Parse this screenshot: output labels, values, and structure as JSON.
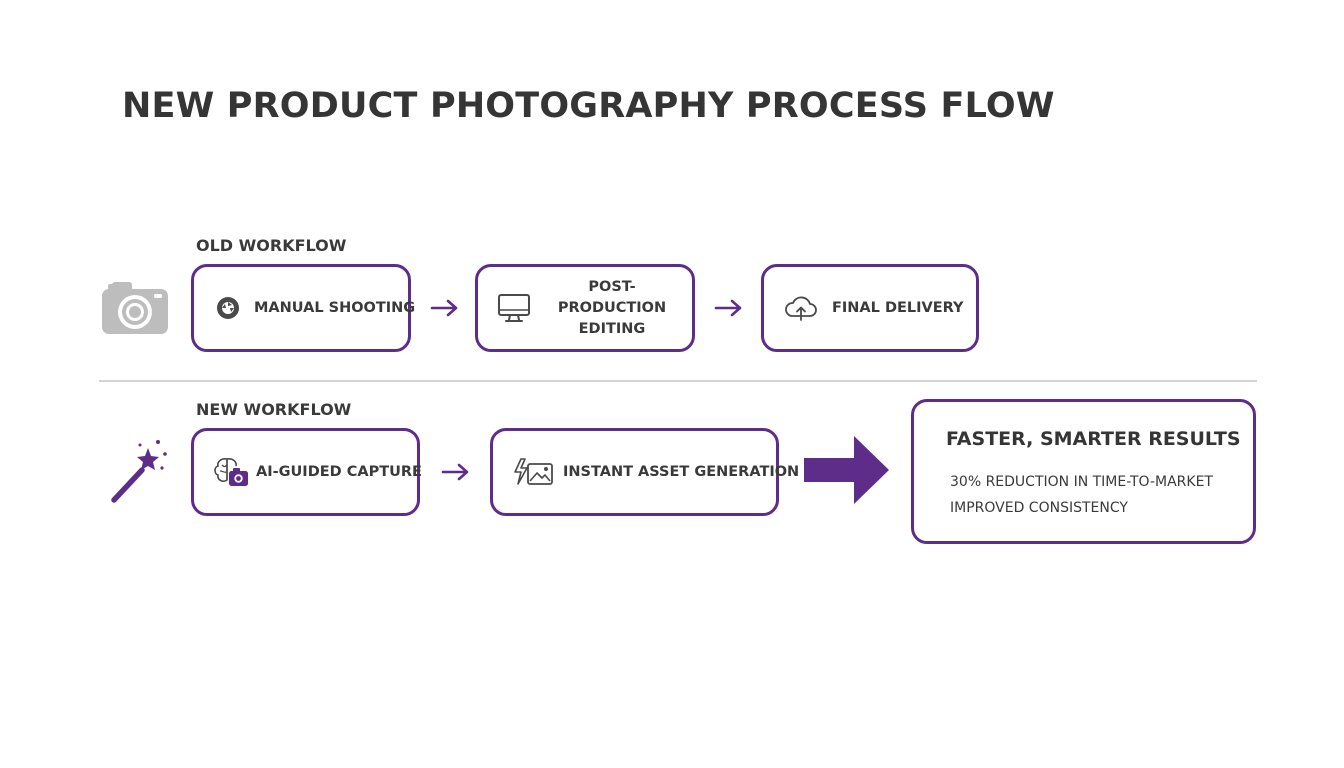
{
  "title": "NEW PRODUCT PHOTOGRAPHY PROCESS FLOW",
  "old_workflow": {
    "label": "OLD WORKFLOW",
    "icon": "camera-icon",
    "steps": [
      {
        "label": "MANUAL SHOOTING",
        "icon": "shutter-icon"
      },
      {
        "label_line1": "POST-PRODUCTION",
        "label_line2": "EDITING",
        "icon": "monitor-icon"
      },
      {
        "label": "FINAL DELIVERY",
        "icon": "cloud-upload-icon"
      }
    ]
  },
  "new_workflow": {
    "label": "NEW WORKFLOW",
    "icon": "magic-wand-icon",
    "steps": [
      {
        "label": "AI-GUIDED CAPTURE",
        "icon": "brain-camera-icon"
      },
      {
        "label": "INSTANT ASSET GENERATION",
        "icon": "lightning-image-icon"
      }
    ]
  },
  "result": {
    "title": "FASTER, SMARTER RESULTS",
    "lines": [
      "30% REDUCTION IN TIME-TO-MARKET",
      "IMPROVED CONSISTENCY"
    ]
  },
  "colors": {
    "accent": "#5e2d8a",
    "text": "#353535",
    "divider": "#d4d4d4",
    "icon_gray": "#bdbdbd"
  }
}
